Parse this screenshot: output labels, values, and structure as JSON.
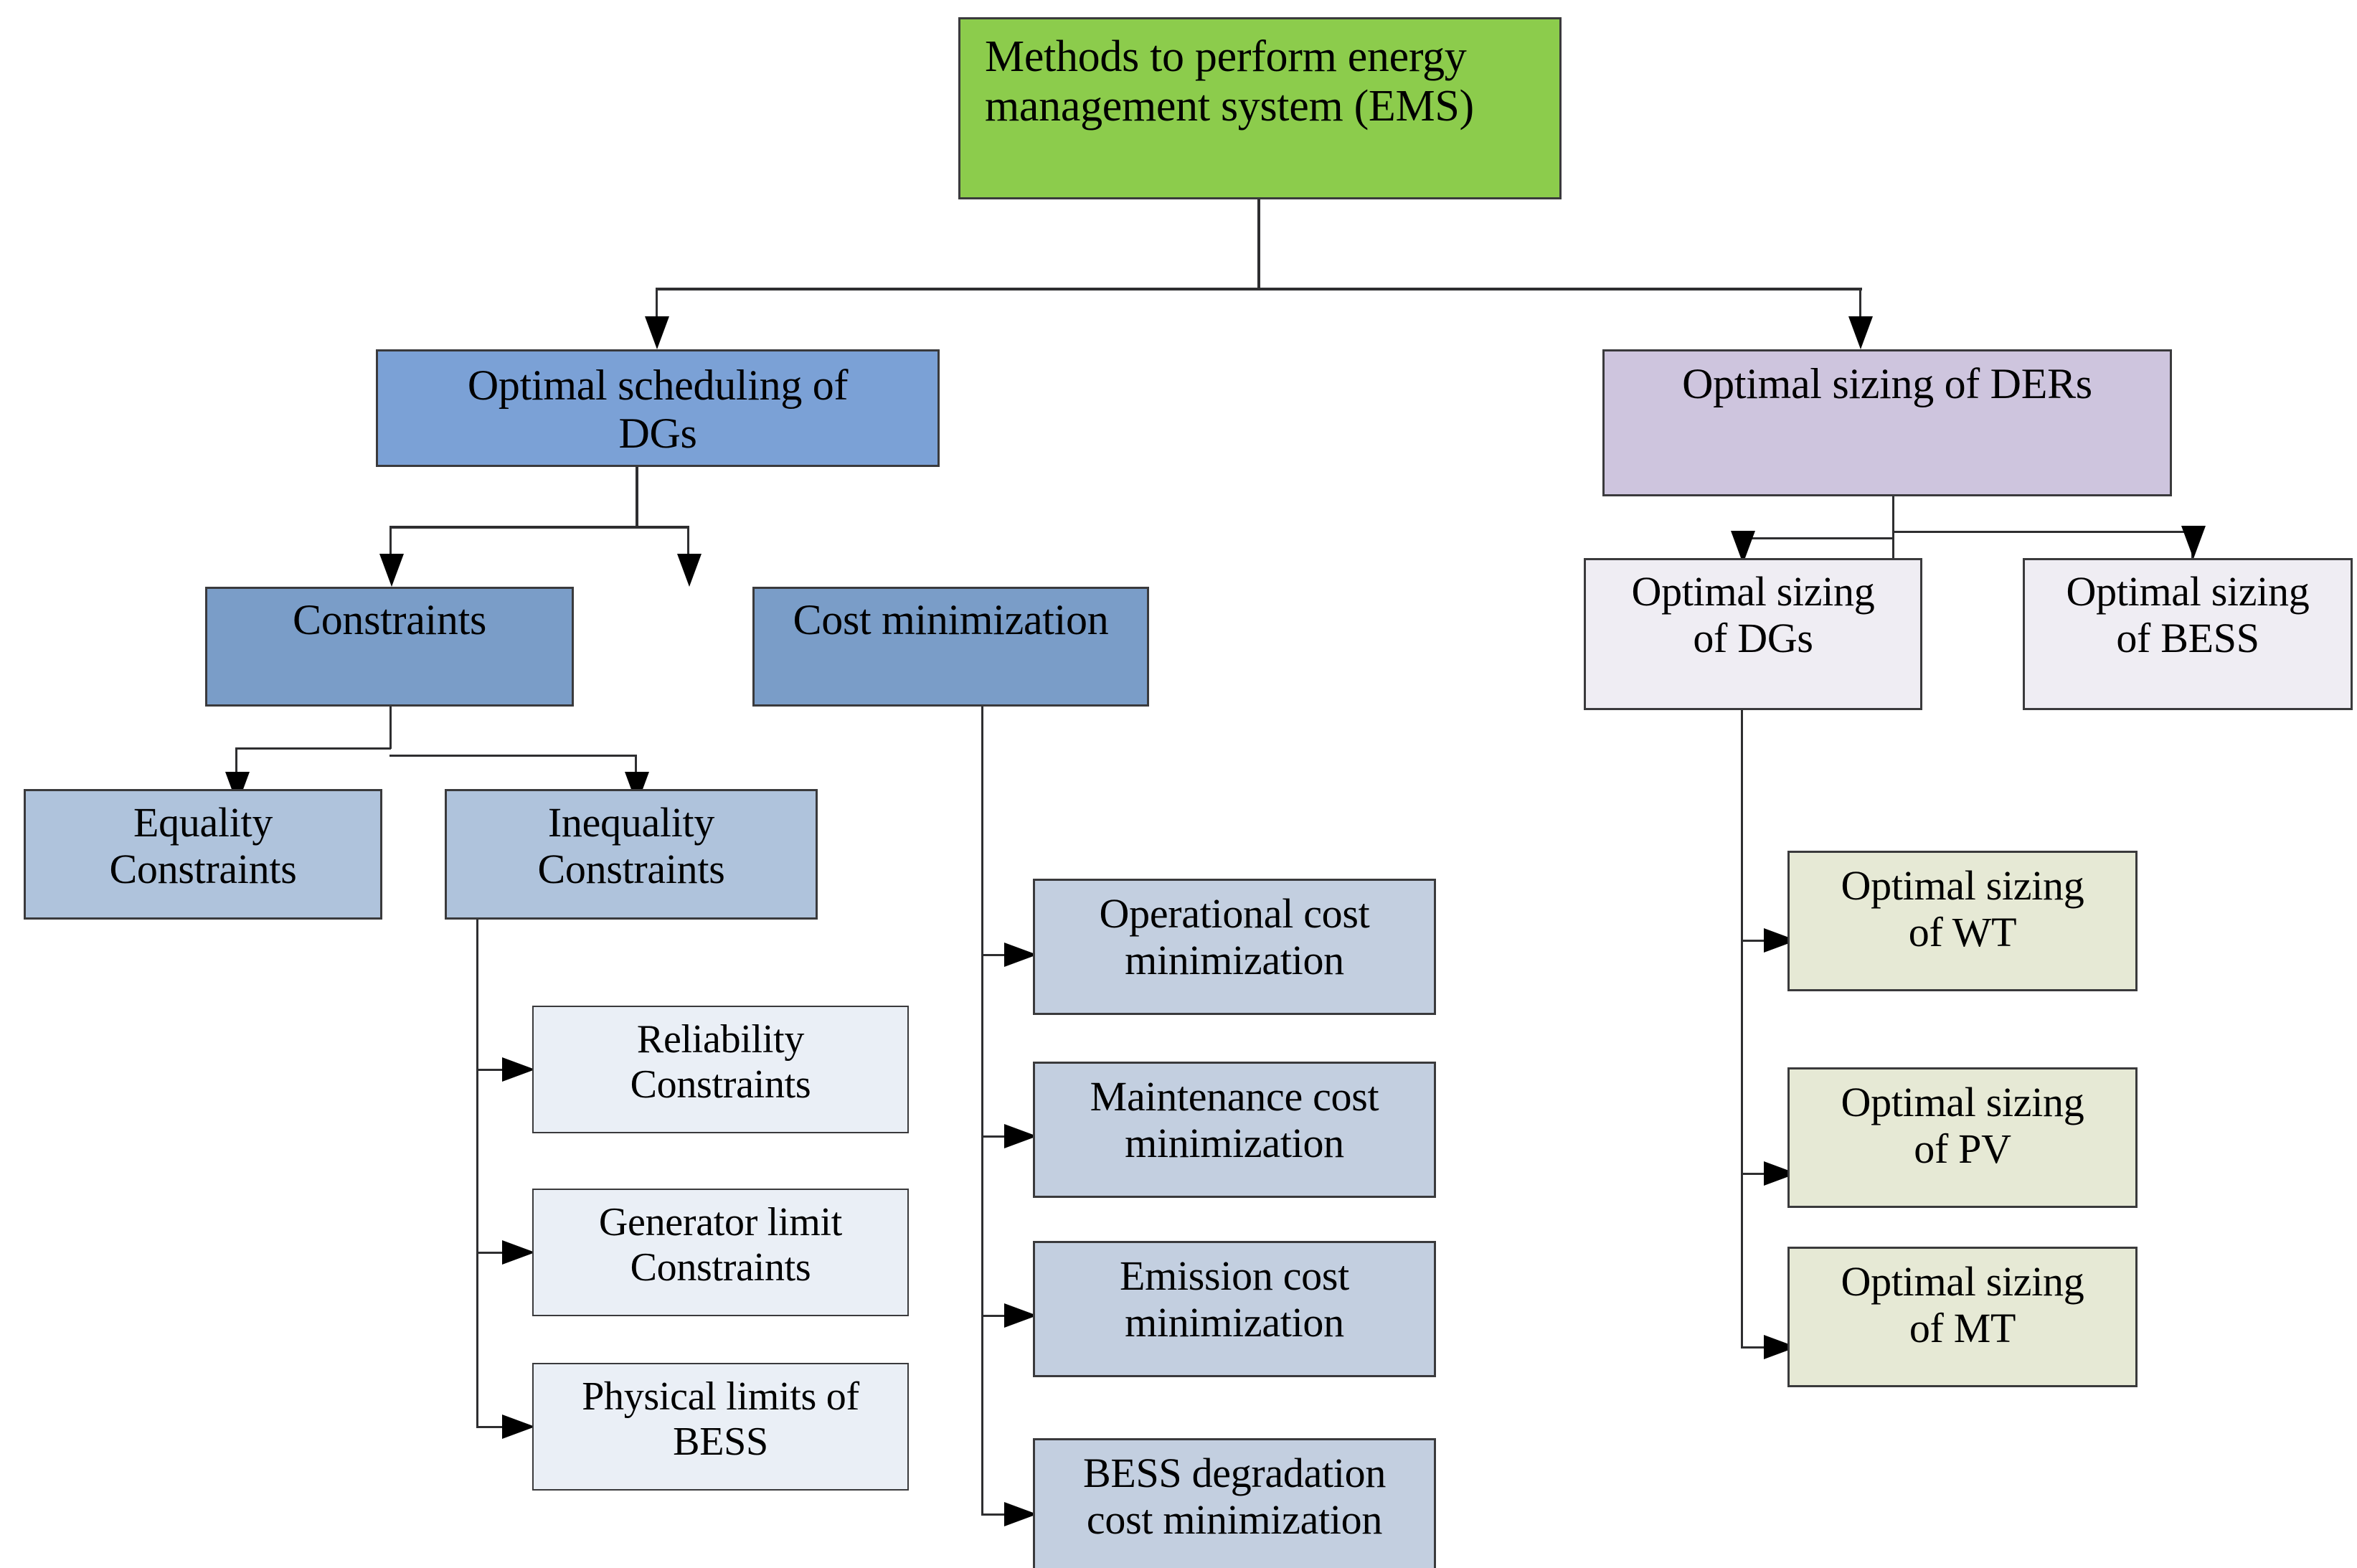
{
  "diagram": {
    "type": "hierarchy-flowchart",
    "title": "Methods to perform energy management system (EMS)",
    "palette": {
      "root_green": "#8CCC4C",
      "branch_blue": "#7BA1D6",
      "level2_blue": "#7A9DC8",
      "level3_blue": "#AFC3DC",
      "cost_blue": "#C3CFE0",
      "constraint_wash": "#EAEFF6",
      "ders_purple": "#CEC5DE",
      "sizing_purple": "#EFEDF3",
      "sizing_olive": "#E6E9D5",
      "border": "#3A3A3C",
      "connector": "#2E2E30"
    },
    "nodes": {
      "root": {
        "label": "Methods to perform energy\nmanagement system (EMS)"
      },
      "scheduling": {
        "label": "Optimal scheduling of\nDGs"
      },
      "sizing_ders": {
        "label": "Optimal sizing of DERs"
      },
      "constraints": {
        "label": "Constraints"
      },
      "cost_min": {
        "label": "Cost minimization"
      },
      "equality": {
        "label": "Equality\nConstraints"
      },
      "inequality": {
        "label": "Inequality\nConstraints"
      },
      "reliability": {
        "label": "Reliability\nConstraints"
      },
      "gen_limit": {
        "label": "Generator limit\nConstraints"
      },
      "phys_bess": {
        "label": "Physical limits of\nBESS"
      },
      "op_cost": {
        "label": "Operational cost\nminimization"
      },
      "maint_cost": {
        "label": "Maintenance cost\nminimization"
      },
      "emis_cost": {
        "label": "Emission cost\nminimization"
      },
      "bess_cost": {
        "label": "BESS degradation\ncost minimization"
      },
      "sizing_dgs": {
        "label": "Optimal sizing\nof DGs"
      },
      "sizing_bess": {
        "label": "Optimal sizing\nof BESS"
      },
      "sizing_wt": {
        "label": "Optimal sizing\nof WT"
      },
      "sizing_pv": {
        "label": "Optimal sizing\nof PV"
      },
      "sizing_mt": {
        "label": "Optimal sizing\nof MT"
      }
    },
    "edges": [
      {
        "from": "root",
        "to": "scheduling"
      },
      {
        "from": "root",
        "to": "sizing_ders"
      },
      {
        "from": "scheduling",
        "to": "constraints"
      },
      {
        "from": "scheduling",
        "to": "cost_min"
      },
      {
        "from": "constraints",
        "to": "equality"
      },
      {
        "from": "constraints",
        "to": "inequality"
      },
      {
        "from": "inequality",
        "to": "reliability"
      },
      {
        "from": "inequality",
        "to": "gen_limit"
      },
      {
        "from": "inequality",
        "to": "phys_bess"
      },
      {
        "from": "cost_min",
        "to": "op_cost"
      },
      {
        "from": "cost_min",
        "to": "maint_cost"
      },
      {
        "from": "cost_min",
        "to": "emis_cost"
      },
      {
        "from": "cost_min",
        "to": "bess_cost"
      },
      {
        "from": "sizing_ders",
        "to": "sizing_dgs"
      },
      {
        "from": "sizing_ders",
        "to": "sizing_bess"
      },
      {
        "from": "sizing_dgs",
        "to": "sizing_wt"
      },
      {
        "from": "sizing_dgs",
        "to": "sizing_pv"
      },
      {
        "from": "sizing_dgs",
        "to": "sizing_mt"
      }
    ]
  }
}
